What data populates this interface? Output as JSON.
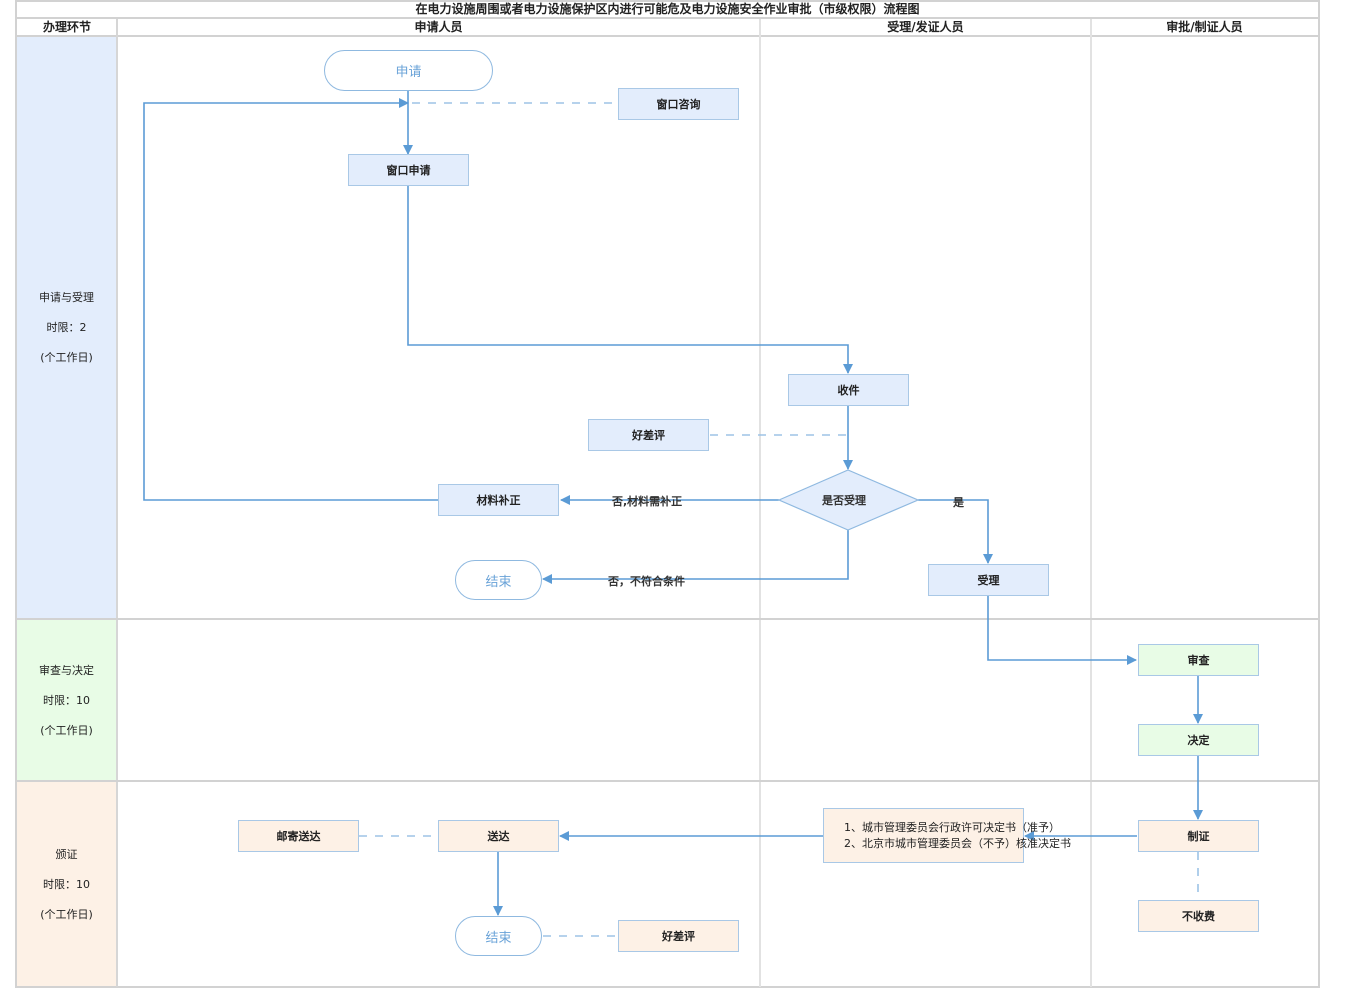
{
  "title": "在电力设施周围或者电力设施保护区内进行可能危及电力设施安全作业审批（市级权限）流程图",
  "headers": {
    "phase": "办理环节",
    "applicant": "申请人员",
    "acceptor": "受理/发证人员",
    "approver": "审批/制证人员"
  },
  "phases": [
    {
      "name": "申请与受理",
      "limit": "时限：2",
      "unit": "(个工作日)",
      "color": "#e3edfc"
    },
    {
      "name": "审查与决定",
      "limit": "时限：10",
      "unit": "(个工作日)",
      "color": "#e8fce6"
    },
    {
      "name": "颁证",
      "limit": "时限：10",
      "unit": "(个工作日)",
      "color": "#fdf1e6"
    }
  ],
  "nodes": {
    "start": "申请",
    "window_consult": "窗口咨询",
    "window_apply": "窗口申请",
    "receive": "收件",
    "rating1": "好差评",
    "decision": "是否受理",
    "supplement": "材料补正",
    "end1": "结束",
    "accept": "受理",
    "review": "审查",
    "decide": "决定",
    "make_cert": "制证",
    "no_fee": "不收费",
    "documents_line1": "1、城市管理委员会行政许可决定书（准予）",
    "documents_line2": "2、北京市城市管理委员会（不予）核准决定书",
    "deliver": "送达",
    "mail_deliver": "邮寄送达",
    "end2": "结束",
    "rating2": "好差评"
  },
  "edge_labels": {
    "no_supplement": "否,材料需补正",
    "no_unqualified": "否，不符合条件",
    "yes": "是"
  },
  "colors": {
    "line": "#5b9bd5",
    "dashed": "#9dc3e6",
    "grid": "#d2d2d2"
  }
}
